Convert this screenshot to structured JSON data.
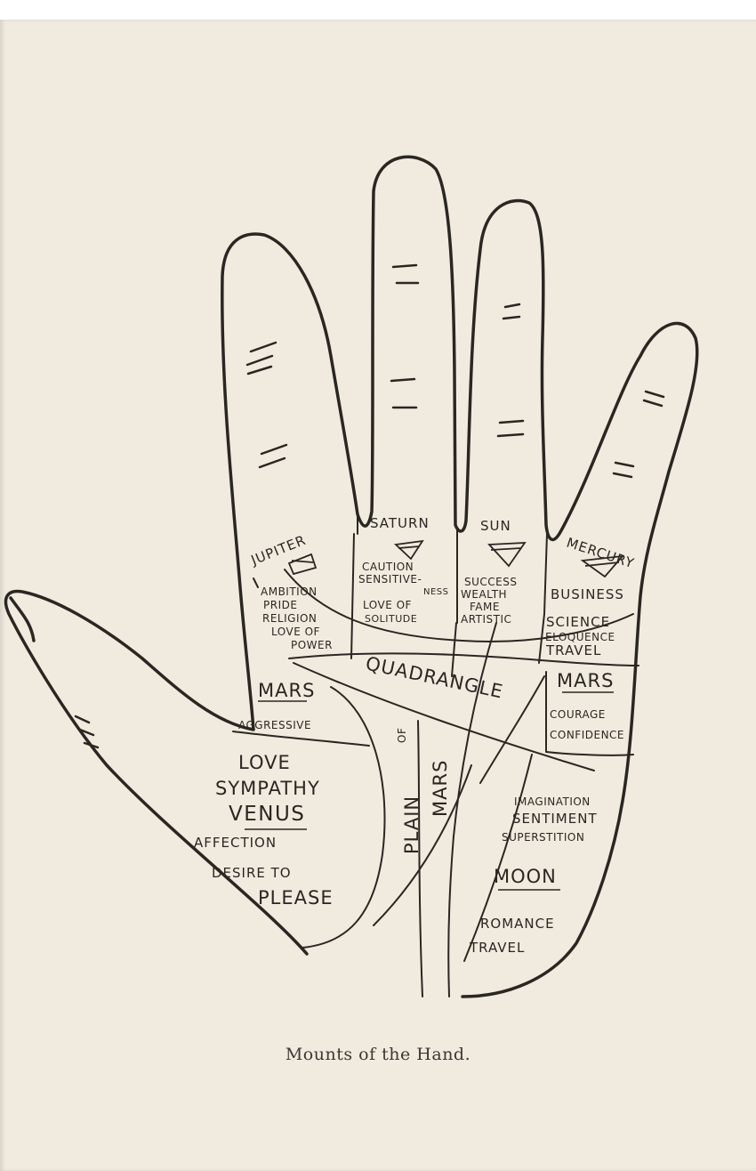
{
  "colors": {
    "paper": "#f1ebdf",
    "ink": "#2a2622"
  },
  "mounts": {
    "jupiter": "JUPITER",
    "saturn": "SATURN",
    "sun": "SUN",
    "mercury": "MERCURY",
    "mars_upper": "MARS",
    "mars_lower": "MARS",
    "venus": "VENUS",
    "moon": "MOON"
  },
  "regions": {
    "quadrangle": "QUADRANGLE",
    "plain_of_mars_1": "PLAIN",
    "plain_of_mars_2": "OF",
    "plain_of_mars_3": "MARS"
  },
  "traits": {
    "jupiter": [
      "AMBITION",
      "PRIDE",
      "RELIGION",
      "LOVE OF",
      "POWER"
    ],
    "saturn": [
      "CAUTION",
      "SENSITIVE-",
      "NESS",
      "LOVE OF",
      "SOLITUDE"
    ],
    "sun": [
      "SUCCESS",
      "WEALTH",
      "FAME",
      "ARTISTIC"
    ],
    "mercury": [
      "BUSINESS",
      "SCIENCE",
      "ELOQUENCE",
      "TRAVEL"
    ],
    "mars_upper": [
      "AGGRESSIVE"
    ],
    "mars_lower": [
      "COURAGE",
      "CONFIDENCE"
    ],
    "venus": [
      "LOVE",
      "SYMPATHY",
      "AFFECTION",
      "DESIRE TO",
      "PLEASE"
    ],
    "moon": [
      "IMAGINATION",
      "SENTIMENT",
      "SUPERSTITION",
      "ROMANCE",
      "TRAVEL"
    ]
  },
  "caption": "Mounts of the Hand."
}
